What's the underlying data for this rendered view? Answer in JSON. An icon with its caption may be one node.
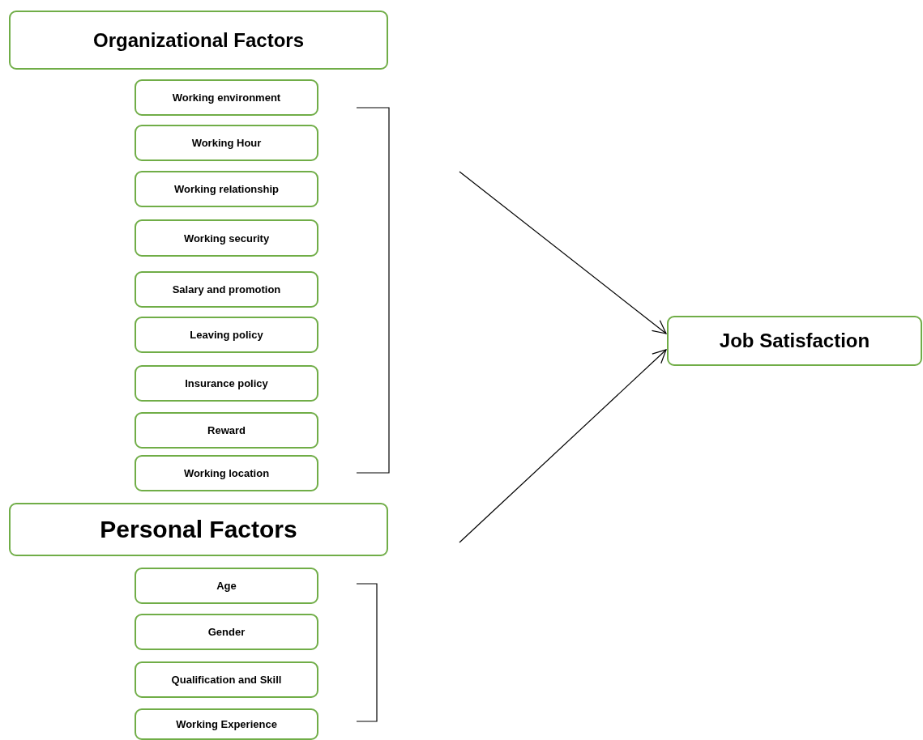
{
  "diagram": {
    "nodes": [
      {
        "text": [
          "Organizational Factors"
        ]
      },
      {
        "text": [
          "Working environment"
        ]
      },
      {
        "text": [
          "Working Hour"
        ]
      },
      {
        "text": [
          "Working relationship"
        ]
      },
      {
        "text": [
          "Working security"
        ]
      },
      {
        "text": [
          "Salary and promotion"
        ]
      },
      {
        "text": [
          "Leaving policy"
        ]
      },
      {
        "text": [
          "Insurance policy"
        ]
      },
      {
        "text": [
          "Reward"
        ]
      },
      {
        "text": [
          "Working location"
        ]
      },
      {
        "text": [
          "Personal Factors"
        ]
      },
      {
        "text": [
          "Age"
        ]
      },
      {
        "text": [
          "Gender"
        ]
      },
      {
        "text": [
          "Qualification and Skill"
        ]
      },
      {
        "text": [
          "Working Experience"
        ]
      },
      {
        "text": [
          "Job Satisfaction"
        ]
      }
    ],
    "edges": [
      {
        "from": null,
        "to": 15,
        "arrow": "to"
      },
      {
        "from": null,
        "to": 15,
        "arrow": "to"
      }
    ]
  }
}
